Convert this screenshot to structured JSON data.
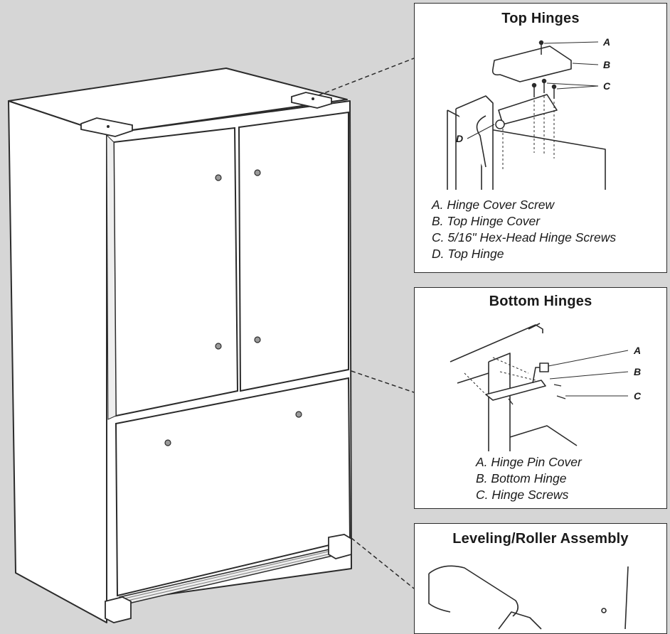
{
  "panels": {
    "top_hinges": {
      "title": "Top Hinges",
      "callouts": [
        "A",
        "B",
        "C",
        "D"
      ],
      "legend": [
        "A. Hinge Cover Screw",
        "B. Top Hinge Cover",
        "C. 5/16\" Hex-Head Hinge Screws",
        "D. Top Hinge"
      ]
    },
    "bottom_hinges": {
      "title": "Bottom Hinges",
      "callouts": [
        "A",
        "B",
        "C"
      ],
      "legend": [
        "A. Hinge Pin Cover",
        "B. Bottom Hinge",
        "C. Hinge Screws"
      ]
    },
    "leveling": {
      "title": "Leveling/Roller Assembly"
    }
  },
  "colors": {
    "background": "#d6d6d6",
    "line": "#2b2b2b",
    "panel": "#ffffff"
  }
}
